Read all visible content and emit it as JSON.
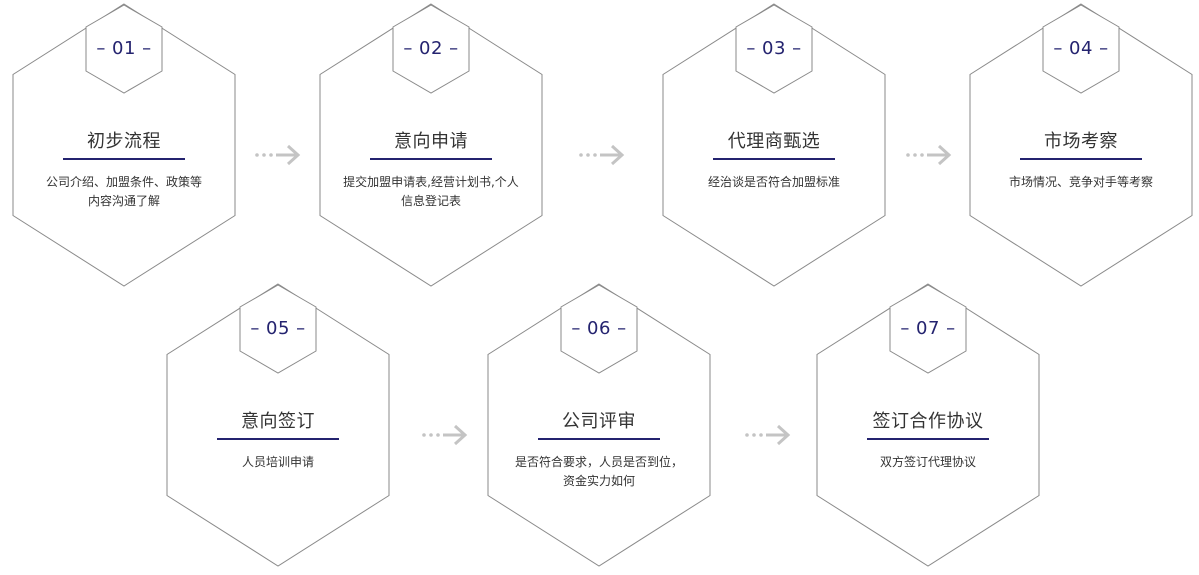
{
  "steps": [
    {
      "number": "01",
      "title": "初步流程",
      "desc_lines": [
        "公司介绍、加盟条件、政策等",
        "内容沟通了解"
      ]
    },
    {
      "number": "02",
      "title": "意向申请",
      "desc_lines": [
        "提交加盟申请表,经营计划书,个人",
        "信息登记表"
      ]
    },
    {
      "number": "03",
      "title": "代理商甄选",
      "desc_lines": [
        "经治谈是否符合加盟标准"
      ]
    },
    {
      "number": "04",
      "title": "市场考察",
      "desc_lines": [
        "市场情况、竞争对手等考察"
      ]
    },
    {
      "number": "05",
      "title": "意向签订",
      "desc_lines": [
        "人员培训申请"
      ]
    },
    {
      "number": "06",
      "title": "公司评审",
      "desc_lines": [
        "是否符合要求，人员是否到位，",
        "资金实力如何"
      ]
    },
    {
      "number": "07",
      "title": "签订合作协议",
      "desc_lines": [
        "双方签订代理协议"
      ]
    }
  ],
  "colors": {
    "accent": "#24236f",
    "outline": "#8a8a8a",
    "text": "#333333",
    "arrow": "#c4c4c4"
  },
  "icons": {
    "connector": "dotted-arrow-right-icon"
  }
}
